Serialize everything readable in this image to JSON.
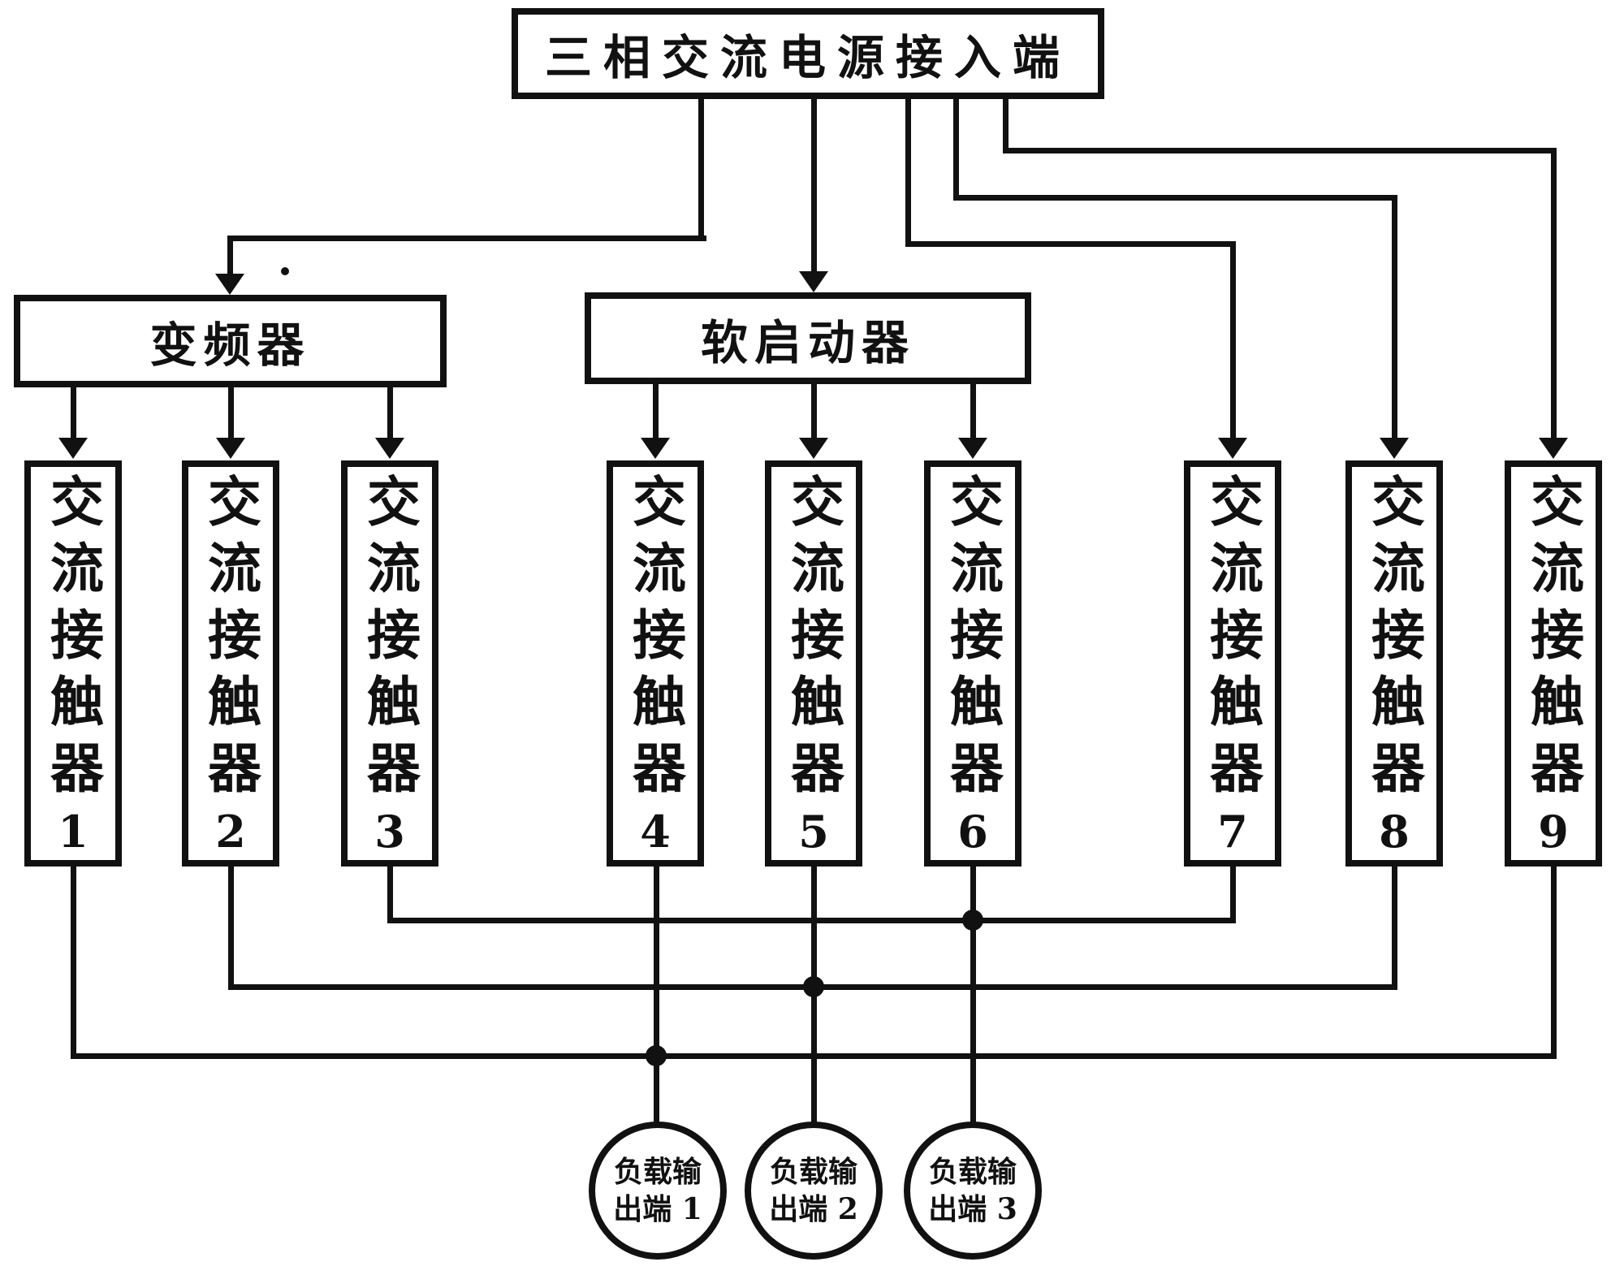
{
  "diagram": {
    "colors": {
      "ink": "#111111",
      "background": "#ffffff"
    },
    "title_box": "三相交流电源接入端",
    "vfd_box": "变频器",
    "soft_starter_box": "软启动器",
    "contactors": [
      {
        "label": "交流接触器",
        "num": "1"
      },
      {
        "label": "交流接触器",
        "num": "2"
      },
      {
        "label": "交流接触器",
        "num": "3"
      },
      {
        "label": "交流接触器",
        "num": "4"
      },
      {
        "label": "交流接触器",
        "num": "5"
      },
      {
        "label": "交流接触器",
        "num": "6"
      },
      {
        "label": "交流接触器",
        "num": "7"
      },
      {
        "label": "交流接触器",
        "num": "8"
      },
      {
        "label": "交流接触器",
        "num": "9"
      }
    ],
    "load_outputs": [
      {
        "line1": "负载输",
        "line2": "出端 1"
      },
      {
        "line1": "负载输",
        "line2": "出端 2"
      },
      {
        "line1": "负载输",
        "line2": "出端 3"
      }
    ]
  }
}
